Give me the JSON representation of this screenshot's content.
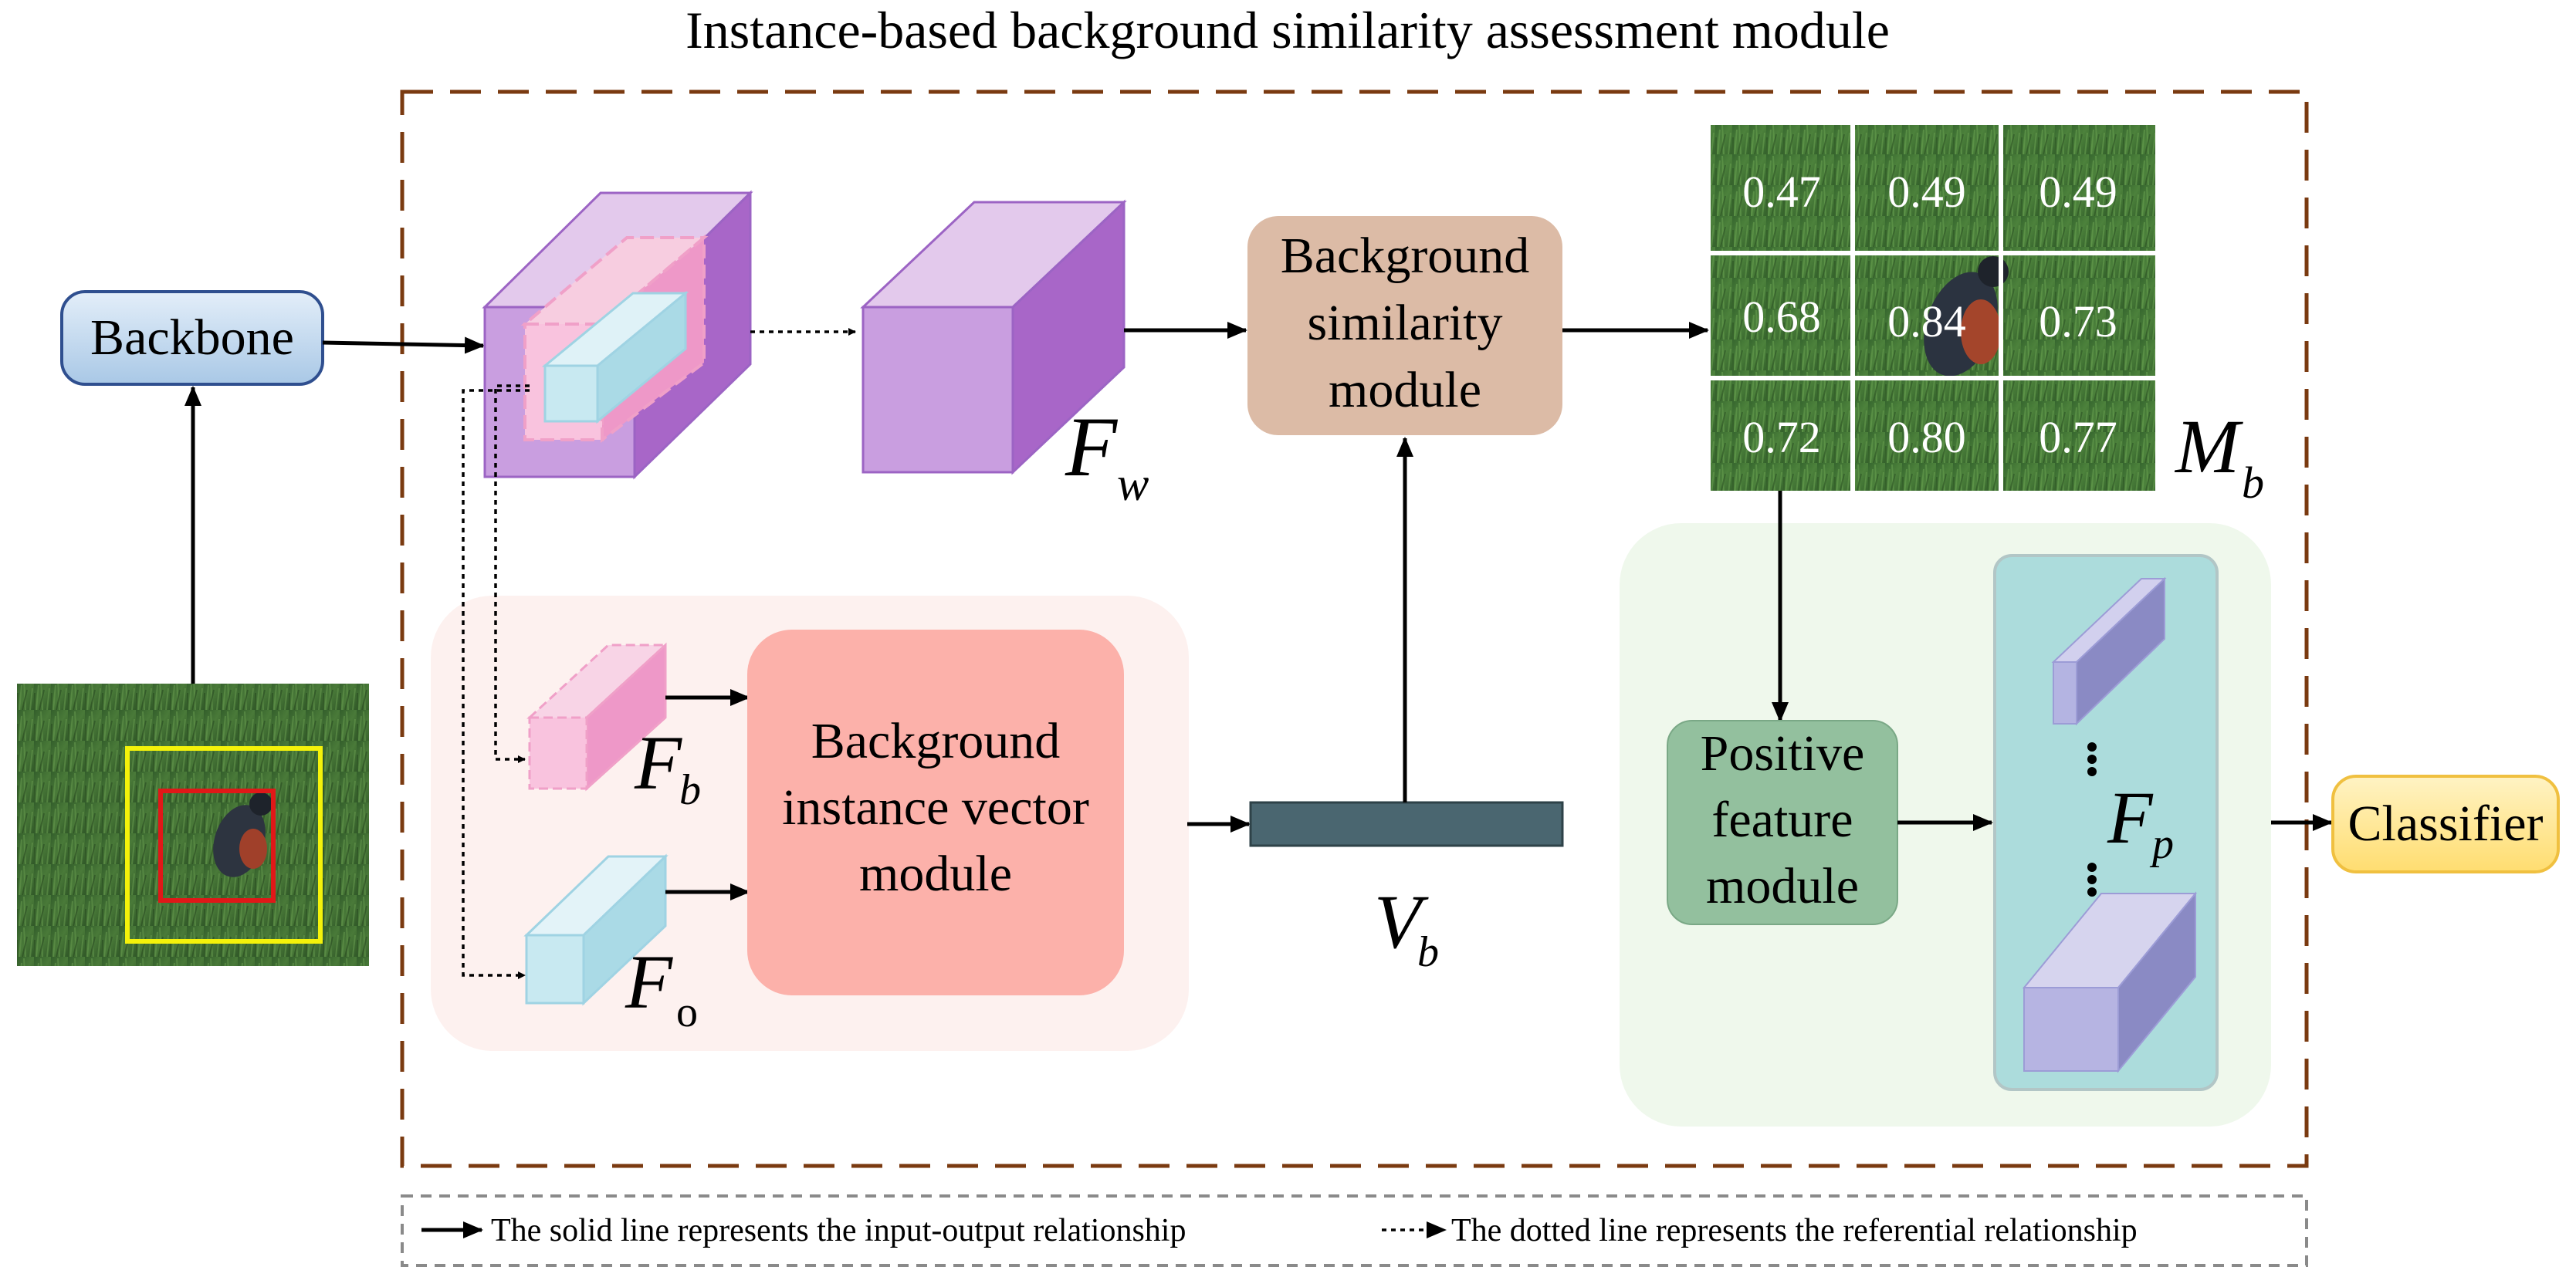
{
  "title": "Instance-based background similarity assessment module",
  "nodes": {
    "backbone": "Backbone",
    "background_similarity_module": [
      "Background",
      "similarity",
      "module"
    ],
    "background_instance_vector_module": [
      "Background",
      "instance vector",
      "module"
    ],
    "positive_feature_module": [
      "Positive",
      "feature",
      "module"
    ],
    "classifier": "Classifier"
  },
  "symbols": {
    "F_w": {
      "base": "F",
      "sub": "w"
    },
    "F_b": {
      "base": "F",
      "sub": "b"
    },
    "F_o": {
      "base": "F",
      "sub": "o"
    },
    "V_b": {
      "base": "V",
      "sub": "b"
    },
    "M_b": {
      "base": "M",
      "sub": "b"
    },
    "F_p": {
      "base": "F",
      "sub": "p"
    }
  },
  "similarity_map": {
    "values": [
      [
        "0.47",
        "0.49",
        "0.49"
      ],
      [
        "0.68",
        "0.84",
        "0.73"
      ],
      [
        "0.72",
        "0.80",
        "0.77"
      ]
    ]
  },
  "legend": {
    "solid": "The solid line represents the input-output relationship",
    "dotted": "The dotted line represents the referential relationship"
  },
  "colors": {
    "module_border": "#7a3a10",
    "backbone_fill": "#c7dcf0",
    "similarity_fill": "#dcbba6",
    "instance_vector_fill": "#fcb1aa",
    "positive_fill": "#93c09e",
    "classifier_fill": "#ffe8a0",
    "vb_bar": "#4a6670"
  }
}
